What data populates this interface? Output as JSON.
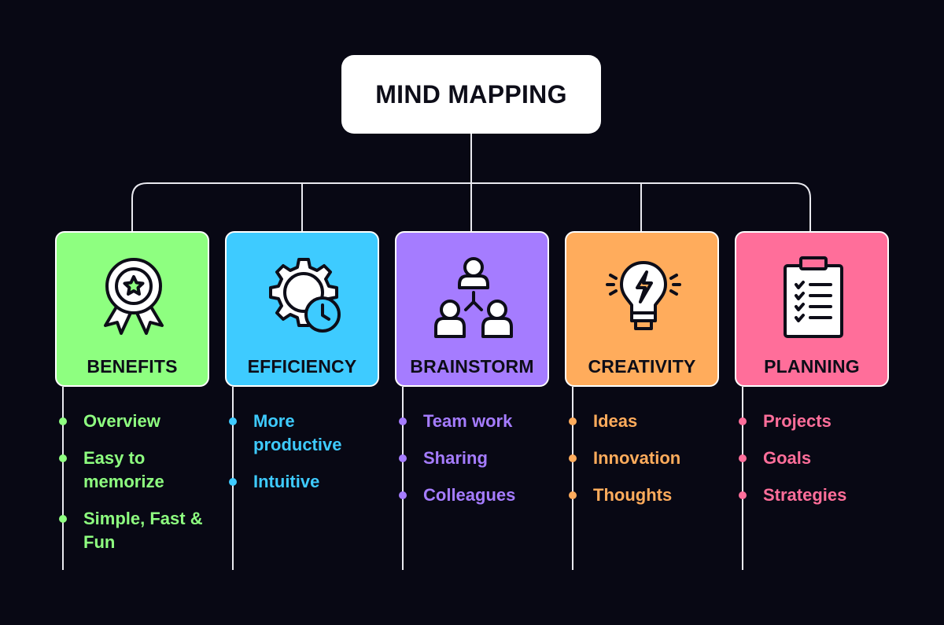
{
  "root": {
    "label": "MIND MAPPING"
  },
  "categories": [
    {
      "title": "BENEFITS",
      "color": "#8eff80",
      "icon": "award-ribbon-icon",
      "items": [
        "Overview",
        "Easy to memorize",
        "Simple, Fast & Fun"
      ]
    },
    {
      "title": "EFFICIENCY",
      "color": "#3ecbff",
      "icon": "gear-clock-icon",
      "items": [
        "More productive",
        "Intuitive"
      ]
    },
    {
      "title": "BRAINSTORM",
      "color": "#a57cff",
      "icon": "team-people-icon",
      "items": [
        "Team work",
        "Sharing",
        "Colleagues"
      ]
    },
    {
      "title": "CREATIVITY",
      "color": "#ffac5c",
      "icon": "lightbulb-icon",
      "items": [
        "Ideas",
        "Innovation",
        "Thoughts"
      ]
    },
    {
      "title": "PLANNING",
      "color": "#ff6e9a",
      "icon": "clipboard-checklist-icon",
      "items": [
        "Projects",
        "Goals",
        "Strategies"
      ]
    }
  ]
}
